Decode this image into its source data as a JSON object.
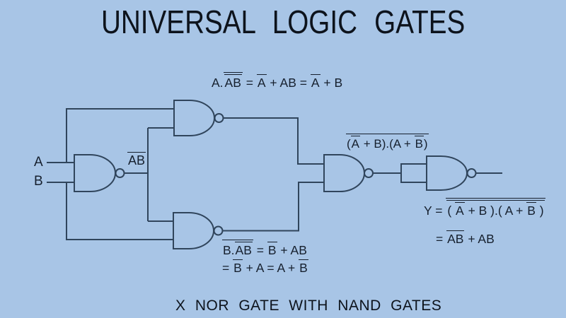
{
  "title": "UNIVERSAL LOGIC GATES",
  "caption": "X NOR GATE WITH NAND GATES",
  "colors": {
    "background": "#a8c5e6",
    "line": "#30455c",
    "text": "#141c28"
  },
  "inputs": {
    "a": "A",
    "b": "B"
  },
  "gates": [
    {
      "id": "nand-1",
      "type": "NAND"
    },
    {
      "id": "nand-2",
      "type": "NAND"
    },
    {
      "id": "nand-3",
      "type": "NAND"
    },
    {
      "id": "nand-4",
      "type": "NAND"
    },
    {
      "id": "nand-5",
      "type": "NAND"
    }
  ],
  "formulas": {
    "gate1_output": "[[AB]]",
    "gate2_formula": "A.[[ [[AB]] ]] = [[A]] + AB = [[A]] + B",
    "gate3_formula_line1": "[[B.[[AB]] ]] = [[B]] + AB",
    "gate3_formula_line2": "= [[B]] + A = A + [[B]]",
    "gate4_label": "[[([[A]] + B).(A + [[B]])]]",
    "output_formula_line1": "Y = [[ [[( [[A]] + B ).( A + [[B]] )]] ]]",
    "output_formula_line2": "= [[AB]] + AB"
  }
}
